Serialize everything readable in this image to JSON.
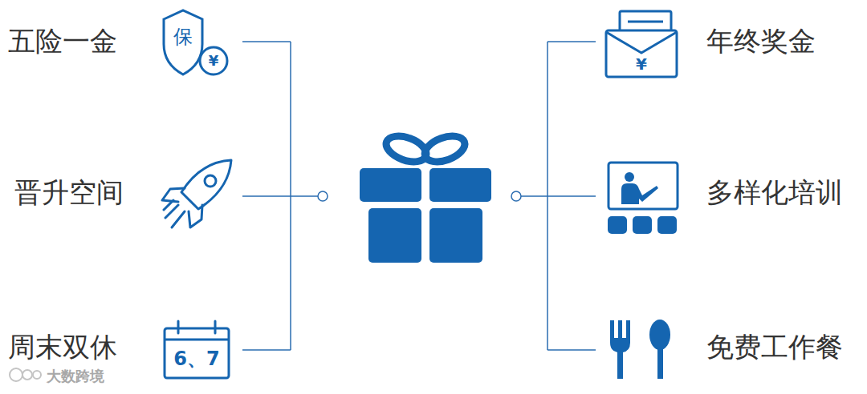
{
  "diagram": {
    "labels": [
      "五险一金",
      "晋升空间",
      "周末双休",
      "保",
      "¥",
      "6、7",
      "年终奖金",
      "¥",
      "多样化培训",
      "免费工作餐",
      "大数跨境"
    ]
  }
}
